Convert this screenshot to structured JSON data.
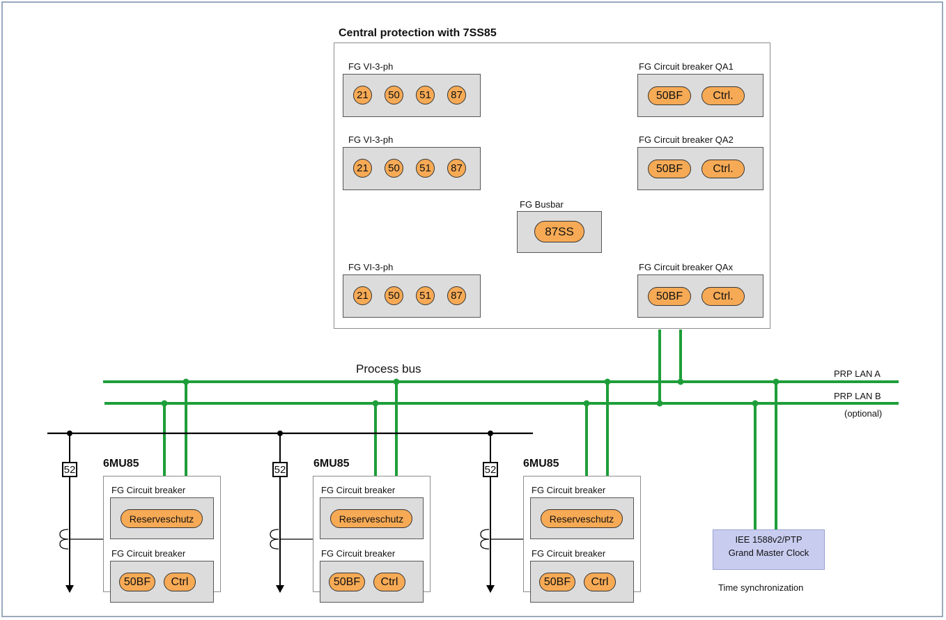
{
  "central": {
    "title": "Central protection with 7SS85",
    "fg_vi": [
      {
        "label": "FG  VI-3-ph",
        "functions": [
          "21",
          "50",
          "51",
          "87"
        ]
      },
      {
        "label": "FG  VI-3-ph",
        "functions": [
          "21",
          "50",
          "51",
          "87"
        ]
      },
      {
        "label": "FG  VI-3-ph",
        "functions": [
          "21",
          "50",
          "51",
          "87"
        ]
      }
    ],
    "fg_cb": [
      {
        "label": "FG Circuit breaker QA1",
        "functions": [
          "50BF",
          "Ctrl."
        ]
      },
      {
        "label": "FG Circuit breaker QA2",
        "functions": [
          "50BF",
          "Ctrl."
        ]
      },
      {
        "label": "FG Circuit breaker QAx",
        "functions": [
          "50BF",
          "Ctrl."
        ]
      }
    ],
    "busbar": {
      "label": "FG Busbar",
      "function": "87SS"
    }
  },
  "process_bus": {
    "label": "Process bus",
    "lan_a": "PRP LAN A",
    "lan_b": "PRP LAN B",
    "optional": "(optional)",
    "color": "#1e9e3a"
  },
  "merging_units": [
    {
      "name": "6MU85",
      "breaker": "52",
      "fg1_label": "FG  Circuit breaker",
      "fg1_function": "Reserveschutz",
      "fg2_label": "FG  Circuit breaker",
      "fg2_functions": [
        "50BF",
        "Ctrl"
      ]
    },
    {
      "name": "6MU85",
      "breaker": "52",
      "fg1_label": "FG  Circuit breaker",
      "fg1_function": "Reserveschutz",
      "fg2_label": "FG  Circuit breaker",
      "fg2_functions": [
        "50BF",
        "Ctrl"
      ]
    },
    {
      "name": "6MU85",
      "breaker": "52",
      "fg1_label": "FG  Circuit breaker",
      "fg1_function": "Reserveschutz",
      "fg2_label": "FG  Circuit breaker",
      "fg2_functions": [
        "50BF",
        "Ctrl"
      ]
    }
  ],
  "clock": {
    "line1": "IEE 1588v2/PTP",
    "line2": "Grand Master Clock",
    "caption": "Time synchronization"
  },
  "colors": {
    "function_fill": "#f7aa55",
    "fg_fill": "#dcdcdc",
    "clock_fill": "#c8cdf0"
  }
}
